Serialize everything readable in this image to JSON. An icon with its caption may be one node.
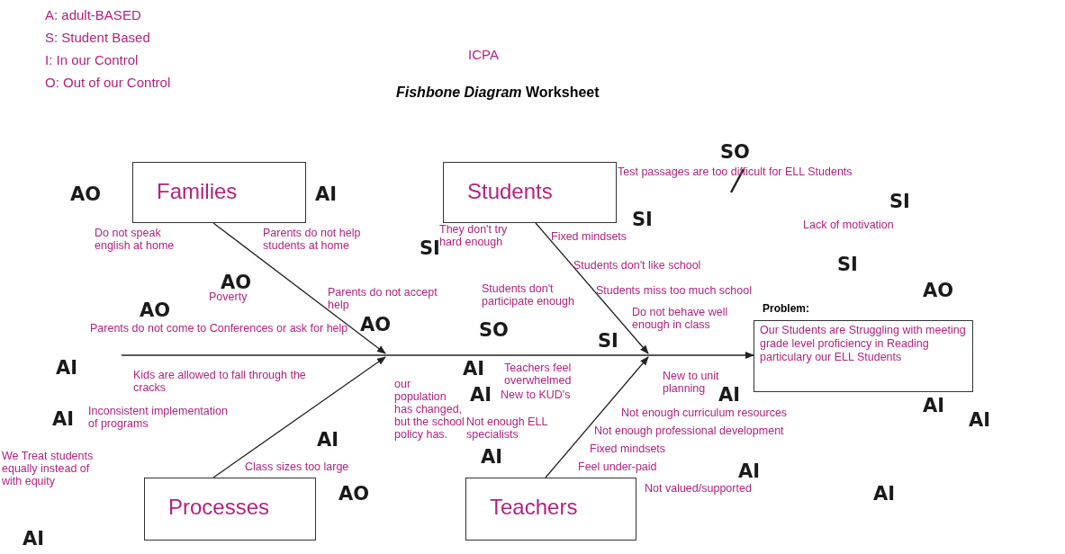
{
  "diagram": {
    "title": "*Fishbone Diagram* Worksheet",
    "nodes": [
      {
        "text": [
          "Families"
        ]
      },
      {
        "text": [
          "Students"
        ]
      },
      {
        "text": [
          "Processes"
        ]
      },
      {
        "text": [
          "Teachers"
        ]
      },
      {
        "text": [
          "Problem:",
          "Our Students are Struggling with meeting grade level proficiency in Reading particulary our ELL Students"
        ]
      }
    ],
    "edges": [
      {
        "from": null,
        "to": 4,
        "arrow": "to"
      },
      {
        "from": 0,
        "to": null,
        "arrow": "to"
      },
      {
        "from": 2,
        "to": null,
        "arrow": "to"
      },
      {
        "from": 1,
        "to": null,
        "arrow": "to"
      },
      {
        "from": 3,
        "to": null,
        "arrow": "to"
      }
    ],
    "labels": [
      "A: adult-BASED",
      "S: Student Based",
      "I: In our Control",
      "O: Out of our Control",
      "ICPA",
      "AO",
      "Do not speak english at home",
      "AI",
      "Parents do not help students at home",
      "AO",
      "Poverty",
      "Parents do not accept help",
      "AO",
      "Parents do not come to Conferences or ask for help",
      "AO",
      "AI",
      "Kids are allowed to fall through the cracks",
      "our population has changed, but the school policy has.",
      "AI",
      "Inconsistent implementation of programs",
      "AI",
      "We Treat students equally instead of with equity",
      "Class sizes too large",
      "AO",
      "AI",
      "SO",
      "Test passages are too difficult for ELL Students",
      "SI",
      "SI",
      "Lack of motivation",
      "They don't try hard enough",
      "SI",
      "Fixed mindsets",
      "Students don't like school",
      "SI",
      "Students miss too much school",
      "AO",
      "Students don't participate enough",
      "Do not behave well enough in class",
      "SO",
      "SI",
      "AI",
      "Teachers feel overwhelmed",
      "New to unit planning",
      "AI",
      "AI",
      "New to KUD's",
      "Not enough curriculum resources",
      "AI",
      "AI",
      "Not enough professional development",
      "Not enough ELL specialists",
      "AI",
      "Fixed mindsets",
      "Feel under-paid",
      "AI",
      "Not valued/supported",
      "AI"
    ]
  }
}
